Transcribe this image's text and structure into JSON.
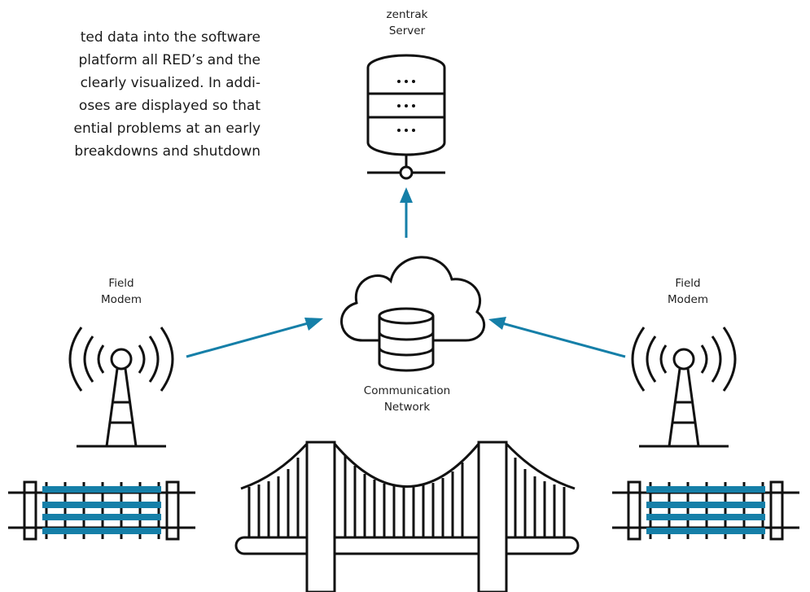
{
  "paragraph": {
    "lines": [
      "ted data into the software",
      "platform all RED’s and the",
      "clearly visualized. In addi-",
      "oses are displayed so that",
      "ential problems at an early",
      "breakdowns and shutdown"
    ]
  },
  "nodes": {
    "server": {
      "line1": "zentrak",
      "line2": "Server",
      "icon": "server-icon"
    },
    "network": {
      "line1": "Communication",
      "line2": "Network",
      "icon": "cloud-database-icon"
    },
    "modem_left": {
      "line1": "Field",
      "line2": "Modem",
      "icon": "antenna-tower-icon"
    },
    "modem_right": {
      "line1": "Field",
      "line2": "Modem",
      "icon": "antenna-tower-icon"
    }
  },
  "assets": [
    {
      "name": "railway-track-left",
      "icon": "railway-track-icon"
    },
    {
      "name": "suspension-bridge",
      "icon": "bridge-icon"
    },
    {
      "name": "railway-track-right",
      "icon": "railway-track-icon"
    }
  ],
  "colors": {
    "accent": "#157fa8",
    "stroke": "#111111",
    "text": "#222222"
  }
}
